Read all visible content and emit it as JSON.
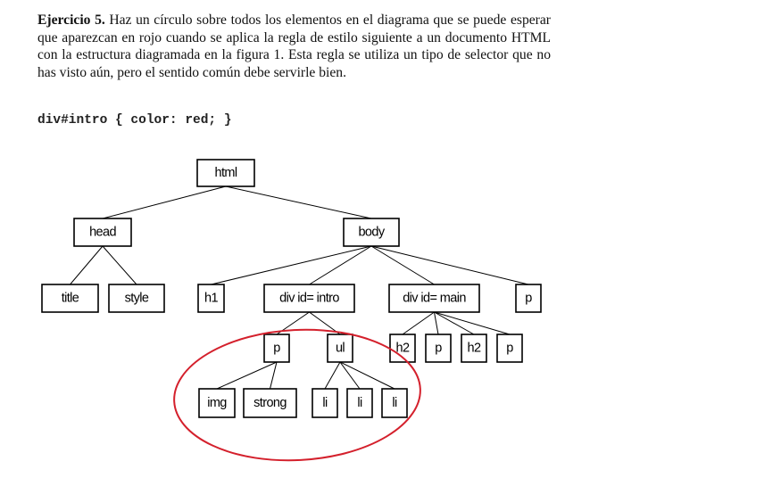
{
  "exercise": {
    "number_label": "Ejercicio 5.",
    "text": "Haz un círculo sobre todos los elementos en el diagrama que se puede esperar que aparezcan en rojo cuando se aplica la regla de estilo siguiente a un documento HTML con la estructura diagramada en la figura 1. Esta regla se utiliza un tipo de selector que no has visto aún, pero el sentido común debe servirle bien."
  },
  "css_rule": "div#intro { color: red; }",
  "tree": {
    "nodes": [
      {
        "id": "html",
        "label": "html"
      },
      {
        "id": "head",
        "label": "head"
      },
      {
        "id": "body",
        "label": "body"
      },
      {
        "id": "title",
        "label": "title"
      },
      {
        "id": "style",
        "label": "style"
      },
      {
        "id": "h1",
        "label": "h1"
      },
      {
        "id": "div_intro",
        "label": "div id= intro"
      },
      {
        "id": "div_main",
        "label": "div id= main"
      },
      {
        "id": "p_body",
        "label": "p"
      },
      {
        "id": "p_intro",
        "label": "p"
      },
      {
        "id": "ul",
        "label": "ul"
      },
      {
        "id": "h2_a",
        "label": "h2"
      },
      {
        "id": "p_main_a",
        "label": "p"
      },
      {
        "id": "h2_b",
        "label": "h2"
      },
      {
        "id": "p_main_b",
        "label": "p"
      },
      {
        "id": "img",
        "label": "img"
      },
      {
        "id": "strong",
        "label": "strong"
      },
      {
        "id": "li_a",
        "label": "li"
      },
      {
        "id": "li_b",
        "label": "li"
      },
      {
        "id": "li_c",
        "label": "li"
      }
    ],
    "edges": [
      [
        "html",
        "head"
      ],
      [
        "html",
        "body"
      ],
      [
        "head",
        "title"
      ],
      [
        "head",
        "style"
      ],
      [
        "body",
        "h1"
      ],
      [
        "body",
        "div_intro"
      ],
      [
        "body",
        "div_main"
      ],
      [
        "body",
        "p_body"
      ],
      [
        "div_intro",
        "p_intro"
      ],
      [
        "div_intro",
        "ul"
      ],
      [
        "div_main",
        "h2_a"
      ],
      [
        "div_main",
        "p_main_a"
      ],
      [
        "div_main",
        "h2_b"
      ],
      [
        "div_main",
        "p_main_b"
      ],
      [
        "p_intro",
        "img"
      ],
      [
        "p_intro",
        "strong"
      ],
      [
        "ul",
        "li_a"
      ],
      [
        "ul",
        "li_b"
      ],
      [
        "ul",
        "li_c"
      ]
    ],
    "circled_nodes": [
      "p_intro",
      "ul",
      "img",
      "strong",
      "li_a",
      "li_b",
      "li_c"
    ]
  },
  "colors": {
    "circle": "#d4202c",
    "text": "#111111"
  }
}
